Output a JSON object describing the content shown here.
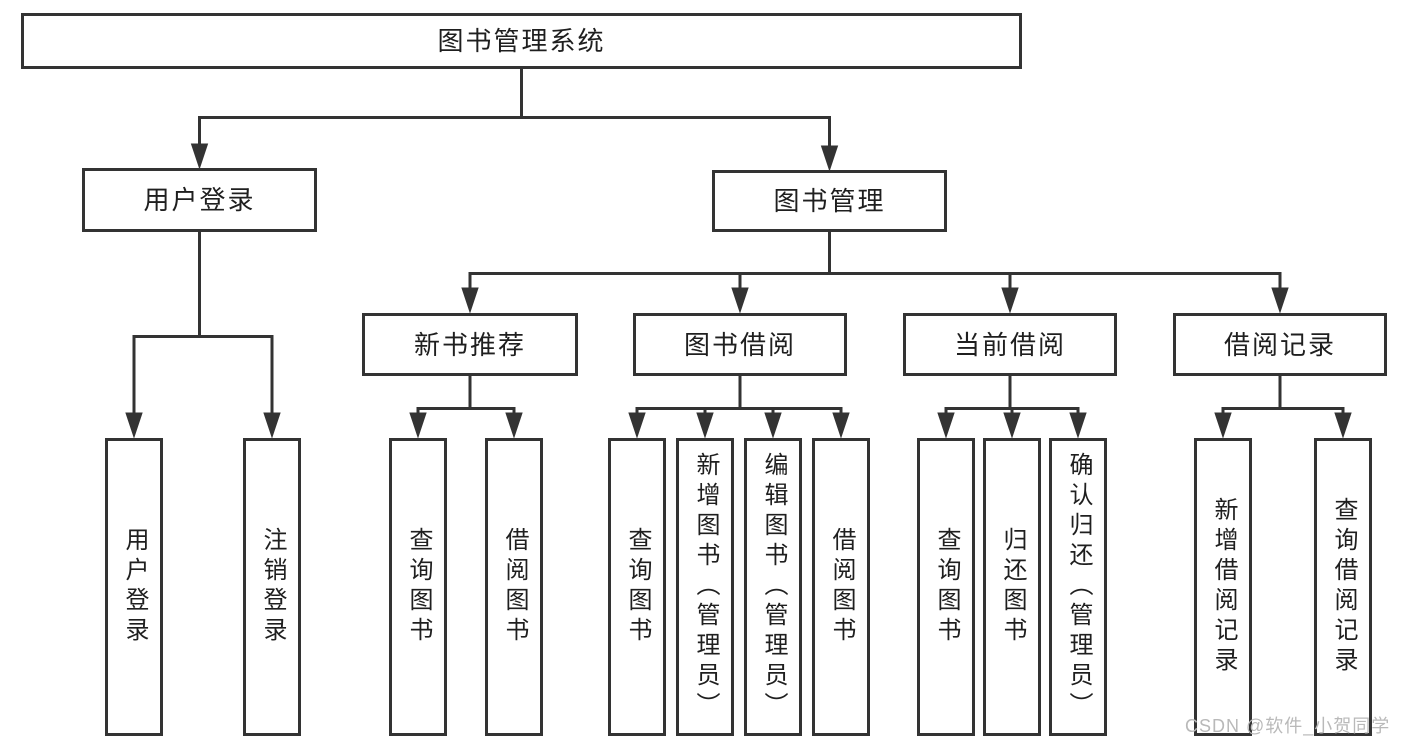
{
  "page": {
    "background": "#ffffff",
    "line_color": "#333333",
    "box_border_color": "#333333",
    "text_color": "#1f1f1f"
  },
  "watermark": {
    "text": "CSDN @软件_小贺同学",
    "color": "#b9b9b9"
  },
  "tree": {
    "root": {
      "label": "图书管理系统"
    },
    "branches": [
      {
        "label": "用户登录",
        "children": [
          {
            "label": "用户登录"
          },
          {
            "label": "注销登录"
          }
        ]
      },
      {
        "label": "图书管理",
        "children": [
          {
            "label": "新书推荐",
            "children": [
              {
                "label": "查询图书"
              },
              {
                "label": "借阅图书"
              }
            ]
          },
          {
            "label": "图书借阅",
            "children": [
              {
                "label": "查询图书"
              },
              {
                "label": "新增图书（管理员）"
              },
              {
                "label": "编辑图书（管理员）"
              },
              {
                "label": "借阅图书"
              }
            ]
          },
          {
            "label": "当前借阅",
            "children": [
              {
                "label": "查询图书"
              },
              {
                "label": "归还图书"
              },
              {
                "label": "确认归还（管理员）"
              }
            ]
          },
          {
            "label": "借阅记录",
            "children": [
              {
                "label": "新增借阅记录"
              },
              {
                "label": "查询借阅记录"
              }
            ]
          }
        ]
      }
    ]
  }
}
